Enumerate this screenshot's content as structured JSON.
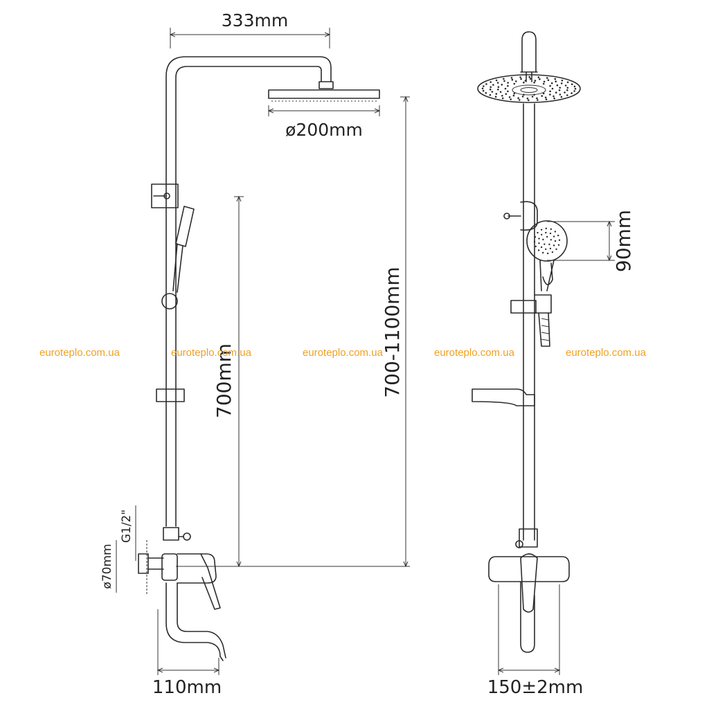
{
  "dimensions": {
    "arm_length": "333mm",
    "head_diameter": "ø200mm",
    "rail_700": "700mm",
    "height_total": "700-1100mm",
    "hand_shower_diameter": "90mm",
    "thread": "G1/2\"",
    "flange_diameter": "ø70mm",
    "spout_projection": "110mm",
    "inlet_spacing": "150±2mm"
  },
  "watermark": "euroteplo.com.ua",
  "colors": {
    "line": "#2b2b2b",
    "watermark": "#f0a020"
  }
}
